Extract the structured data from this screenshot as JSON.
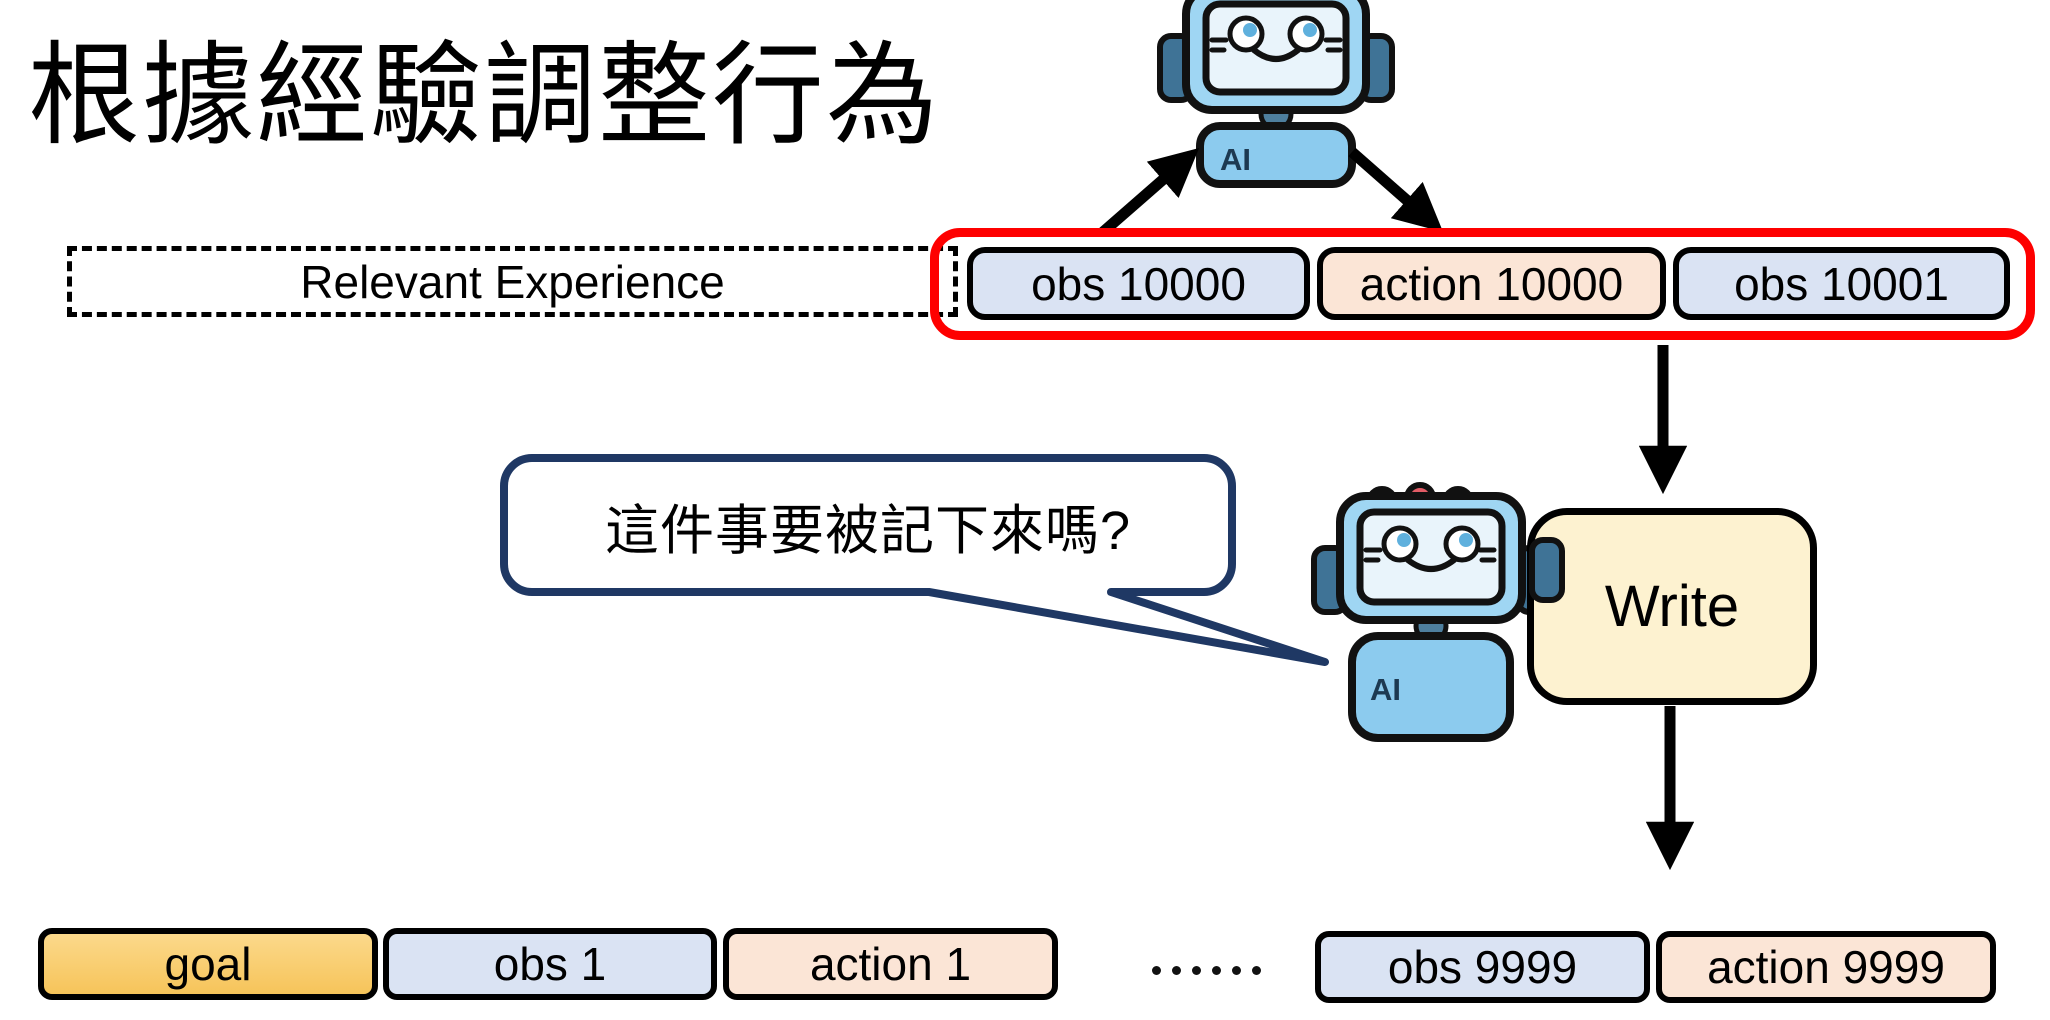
{
  "slide": {
    "title": "根據經驗調整行為"
  },
  "relevant_experience": {
    "label": "Relevant Experience"
  },
  "experience_row": {
    "pills": [
      {
        "label": "obs 10000",
        "type": "obs"
      },
      {
        "label": "action 10000",
        "type": "action"
      },
      {
        "label": "obs 10001",
        "type": "obs"
      }
    ],
    "highlight_color": "#fe0000"
  },
  "speech_bubble": {
    "text": "這件事要被記下來嗎?"
  },
  "write_box": {
    "label": "Write"
  },
  "robot_badge": "AI",
  "history_row": {
    "pills": [
      {
        "label": "goal",
        "type": "goal"
      },
      {
        "label": "obs 1",
        "type": "obs"
      },
      {
        "label": "action 1",
        "type": "action"
      },
      {
        "label": "obs 9999",
        "type": "obs"
      },
      {
        "label": "action 9999",
        "type": "action"
      }
    ],
    "ellipsis": "……",
    "ellipsis_dot_count": 6
  },
  "colors": {
    "obs_fill": "#dae3f3",
    "action_fill": "#fbe5d6",
    "goal_fill_top": "#fcd98b",
    "goal_fill_bottom": "#f6c45a",
    "write_fill": "#fdf2d0",
    "highlight_red": "#fe0000",
    "bubble_border_navy": "#1f3864",
    "robot_blue": "#9fd6f3"
  }
}
